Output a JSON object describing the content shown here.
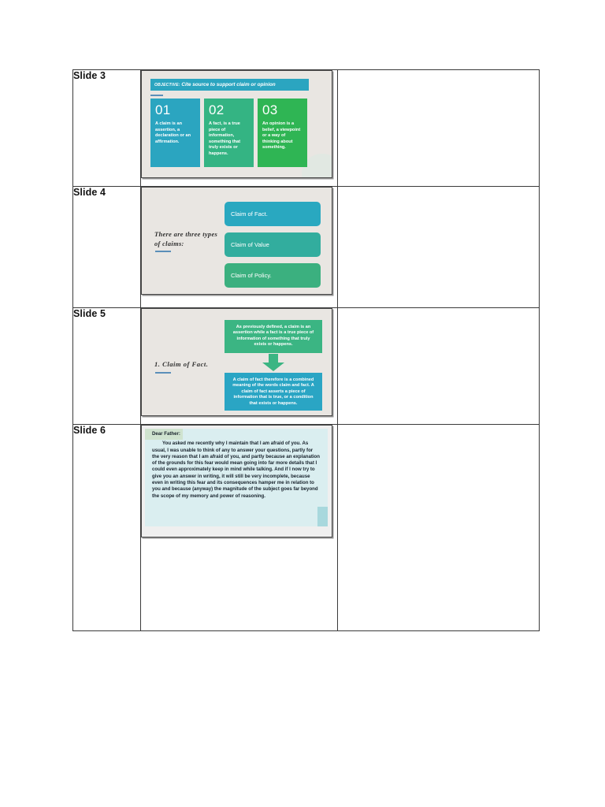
{
  "document": {
    "title": "Slide deck notes table"
  },
  "table": {
    "columns": [
      "slide-label",
      "slide-thumbnail",
      "notes"
    ],
    "rows": [
      {
        "label": "Slide 3",
        "slide_id": "slide3",
        "notes": ""
      },
      {
        "label": "Slide 4",
        "slide_id": "slide4",
        "notes": ""
      },
      {
        "label": "Slide 5",
        "slide_id": "slide5",
        "notes": ""
      },
      {
        "label": "Slide 6",
        "slide_id": "slide6",
        "notes": ""
      }
    ]
  },
  "slide3": {
    "objective_keyword": "OBJECTIVE:",
    "objective_text": " Cite source to support claim or opinion",
    "cards": [
      {
        "number": "01",
        "text": "A claim is an assertion, a declaration or an affirmation.",
        "color": "#2ba5c0"
      },
      {
        "number": "02",
        "text": "A fact, is a true piece of information, something that truly exists or happens.",
        "color": "#34b483"
      },
      {
        "number": "03",
        "text": "An opinion is a belief, a viewpoint or a way of thinking about something.",
        "color": "#2fb554"
      }
    ]
  },
  "slide4": {
    "heading": "There are three types of claims:",
    "buttons": [
      {
        "label": "Claim of Fact.",
        "color": "#29a8c0"
      },
      {
        "label": "Claim of Value",
        "color": "#32ad9e"
      },
      {
        "label": "Claim of Policy.",
        "color": "#3bb07f"
      }
    ]
  },
  "slide5": {
    "heading": "1. Claim of Fact.",
    "top_box": {
      "text": "As previously defined, a claim is an assertion while a fact is a true piece of information of something that truly exists or happens.",
      "color": "#3bb583"
    },
    "arrow": {
      "color": "#3bb583"
    },
    "bottom_box": {
      "text": "A claim of fact therefore is a combined meaning of the words claim and fact. A claim of fact asserts a piece of information that is true, or a condition that exists or happens.",
      "color": "#2aa5c4"
    }
  },
  "slide6": {
    "salutation": "Dear Father:",
    "body": "You asked me recently why I maintain that I am afraid of you. As usual, I was unable to think of any to answer your questions, partly for the very reason that I am afraid of you, and partly because an explanation of the grounds for this fear would mean going into far more details that I could even approximately keep in mind while talking. And if I now try to give you an answer in writing, it will still be very incomplete, because even in writing this fear and its consequences hamper me in relation to you and because (anyway) the magnitude of the subject goes far beyond the scope of my memory and power of reasoning.",
    "background": "#daeef0"
  },
  "colors": {
    "teal": "#2ba5c0",
    "green": "#2fb554",
    "mint": "#34b483",
    "slide_bg": "#e9e6e2",
    "accent_underline": "#5b8fb9",
    "border": "#3a3a3a"
  }
}
